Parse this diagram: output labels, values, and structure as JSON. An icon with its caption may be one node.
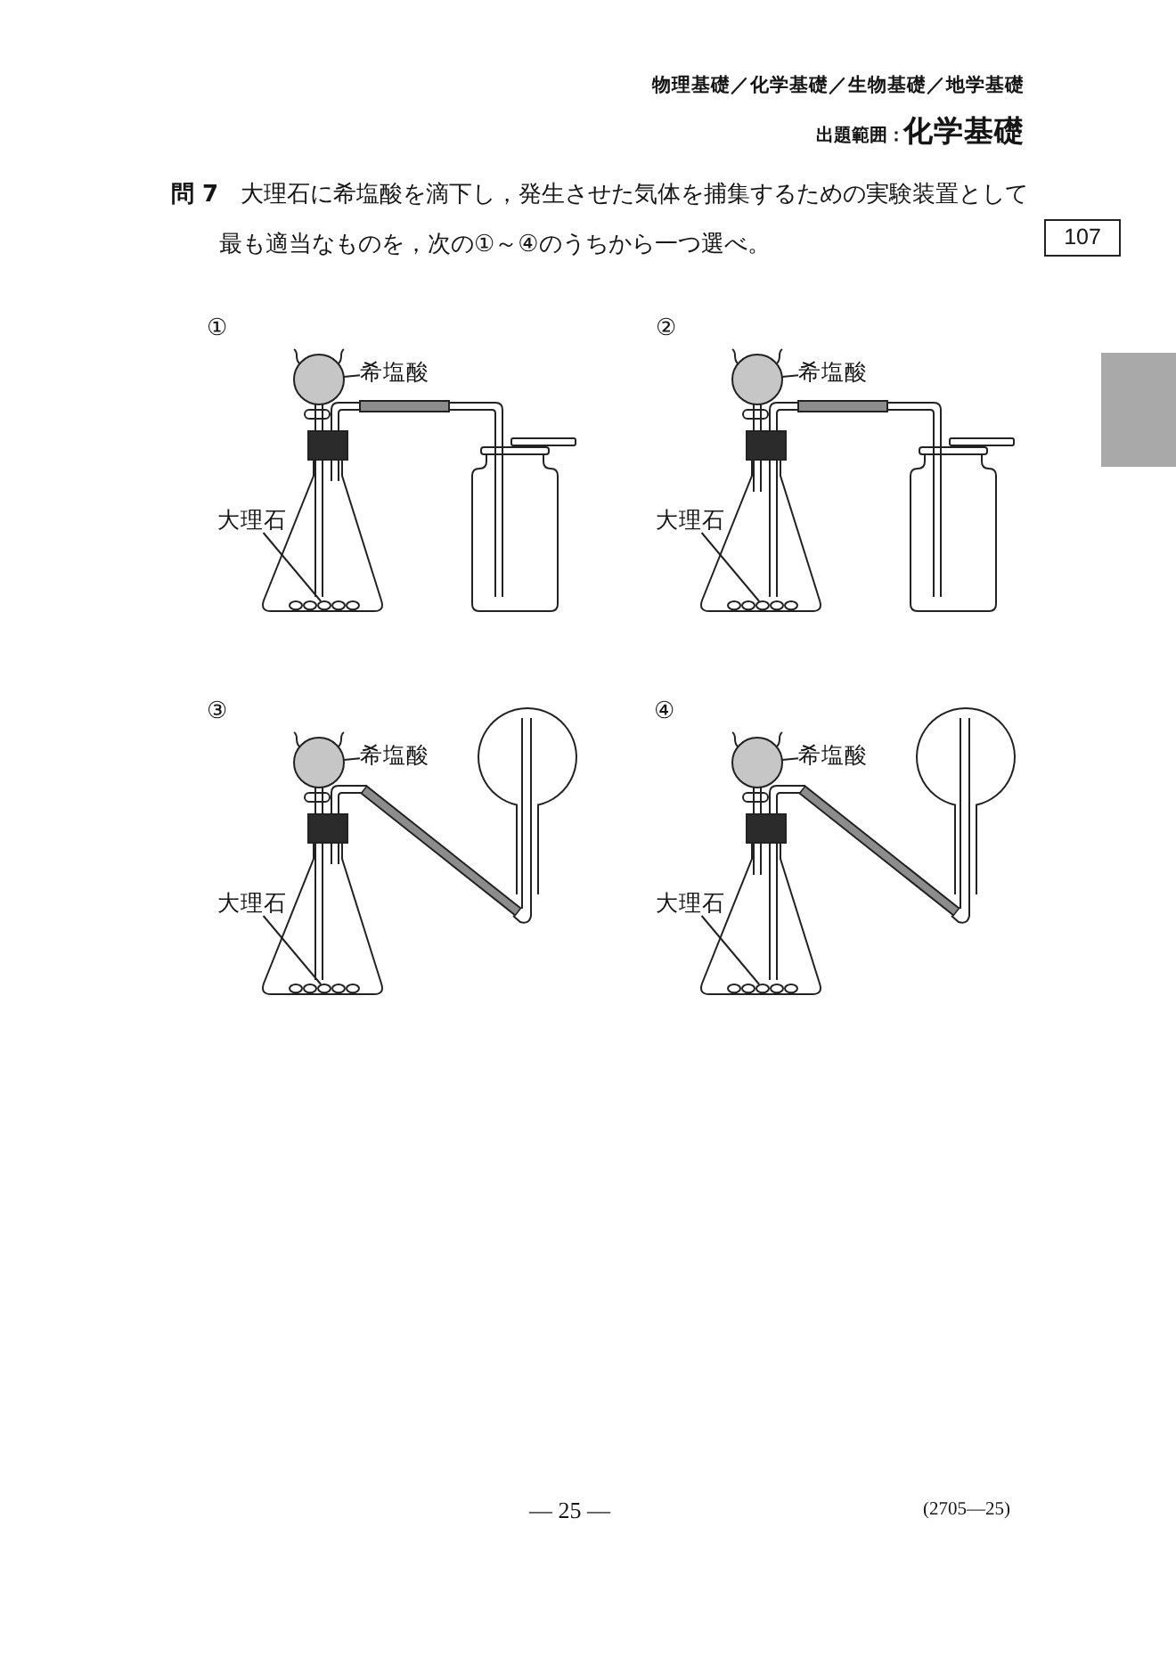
{
  "diagram": {
    "nodes": [
      {
        "text": [
          "107"
        ]
      },
      {
        "text": [
          "希塩酸"
        ]
      },
      {
        "text": [],
        "shape": "circle"
      },
      {
        "text": [
          "大理石"
        ]
      },
      {
        "text": [],
        "shape": "picture"
      },
      {
        "text": [
          "希塩酸"
        ]
      },
      {
        "text": [],
        "shape": "circle"
      },
      {
        "text": [
          "大理石"
        ]
      },
      {
        "text": [],
        "shape": "picture"
      },
      {
        "text": [
          "希塩酸"
        ]
      },
      {
        "text": [],
        "shape": "circle"
      },
      {
        "text": [
          "大理石"
        ]
      },
      {
        "text": [],
        "shape": "picture"
      },
      {
        "text": [
          "希塩酸"
        ]
      },
      {
        "text": [],
        "shape": "circle"
      },
      {
        "text": [
          "大理石"
        ]
      },
      {
        "text": [],
        "shape": "picture"
      }
    ],
    "edges": [
      {
        "from": 1,
        "to": 2,
        "arrow": "none"
      },
      {
        "from": 3,
        "to": 4,
        "arrow": "none"
      },
      {
        "from": 5,
        "to": 6,
        "arrow": "none"
      },
      {
        "from": 7,
        "to": 8,
        "arrow": "none"
      },
      {
        "from": 9,
        "to": 10,
        "arrow": "none"
      },
      {
        "from": 11,
        "to": 12,
        "arrow": "none"
      },
      {
        "from": 13,
        "to": 14,
        "arrow": "none"
      },
      {
        "from": 15,
        "to": 16,
        "arrow": "none"
      }
    ],
    "labels": [
      "物理基礎／化学基礎／生物基礎／地学基礎",
      "出題範囲：",
      "化学基礎",
      "問 7",
      "大理石に希塩酸を滴下し，発生させた気体を捕集するための実験装置として最も適当なものを，次の①～④のうちから一つ選べ。",
      "①",
      "②",
      "③",
      "④",
      "— 25 —",
      "(2705—25)"
    ]
  }
}
